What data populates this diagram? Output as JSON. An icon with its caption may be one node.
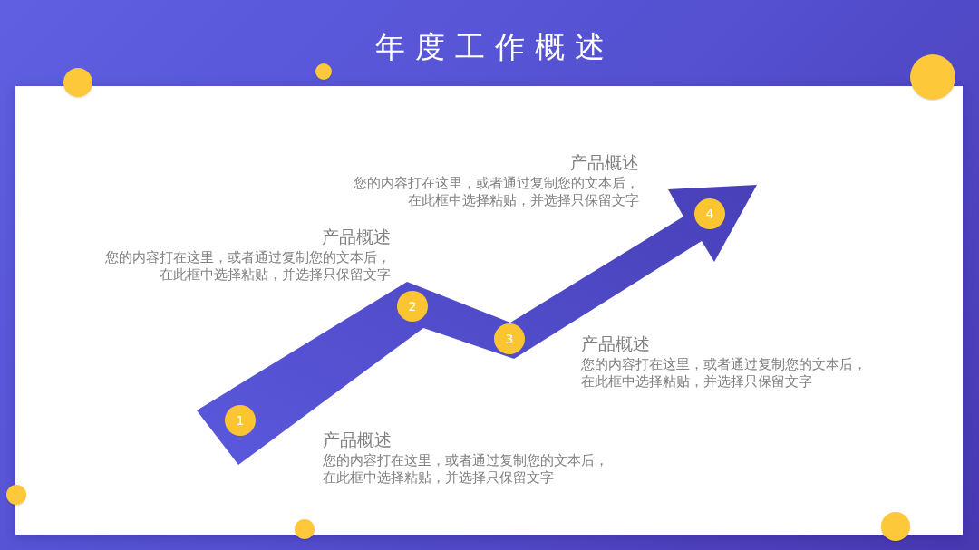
{
  "diagram": {
    "title": "年度工作概述",
    "nodes": [
      {
        "text": [
          "1"
        ],
        "beside": [
          "产品概述",
          "您的内容打在这里，或者通过复制您的文本后，在此框中选择粘贴，并选择只保留文字"
        ]
      },
      {
        "text": [
          "2"
        ],
        "beside": [
          "产品概述",
          "您的内容打在这里，或者通过复制您的文本后，在此框中选择粘贴，并选择只保留文字"
        ]
      },
      {
        "text": [
          "3"
        ],
        "beside": [
          "产品概述",
          "您的内容打在这里，或者通过复制您的文本后，在此框中选择粘贴，并选择只保留文字"
        ]
      },
      {
        "text": [
          "4"
        ],
        "beside": [
          "产品概述",
          "您的内容打在这里，或者通过复制您的文本后，在此框中选择粘贴，并选择只保留文字"
        ]
      },
      {
        "text": [],
        "shape": "circle"
      },
      {
        "text": [],
        "shape": "circle"
      },
      {
        "text": [],
        "shape": "circle"
      },
      {
        "text": [],
        "shape": "circle"
      },
      {
        "text": [],
        "shape": "circle"
      },
      {
        "text": [],
        "shape": "circle"
      }
    ]
  }
}
